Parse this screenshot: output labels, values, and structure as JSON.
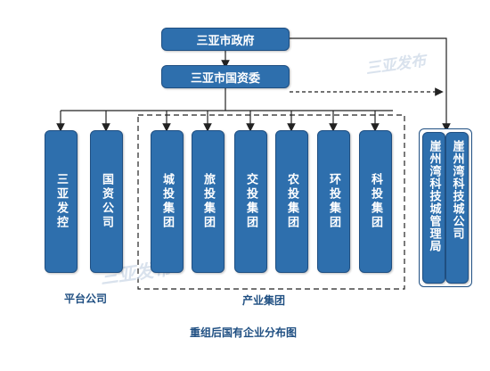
{
  "nodes": {
    "sanya_gov": "三亚市政府",
    "sasac": "三亚市国资委",
    "sanya_fakong": "三亚发控",
    "guozi": "国资公司",
    "chengtou": "城投集团",
    "lvtou": "旅投集团",
    "jiaotou": "交投集团",
    "nongtou": "农投集团",
    "huantou": "环投集团",
    "keto": "科投集团",
    "yazhou_city": "崖州湾科技城公司",
    "yazhou_admin": "崖州湾科技城管理局"
  },
  "groups": {
    "platform": "平台公司",
    "industry": "产业集团"
  },
  "caption": "重组后国有企业分布图",
  "watermark_text": "三亚发布"
}
